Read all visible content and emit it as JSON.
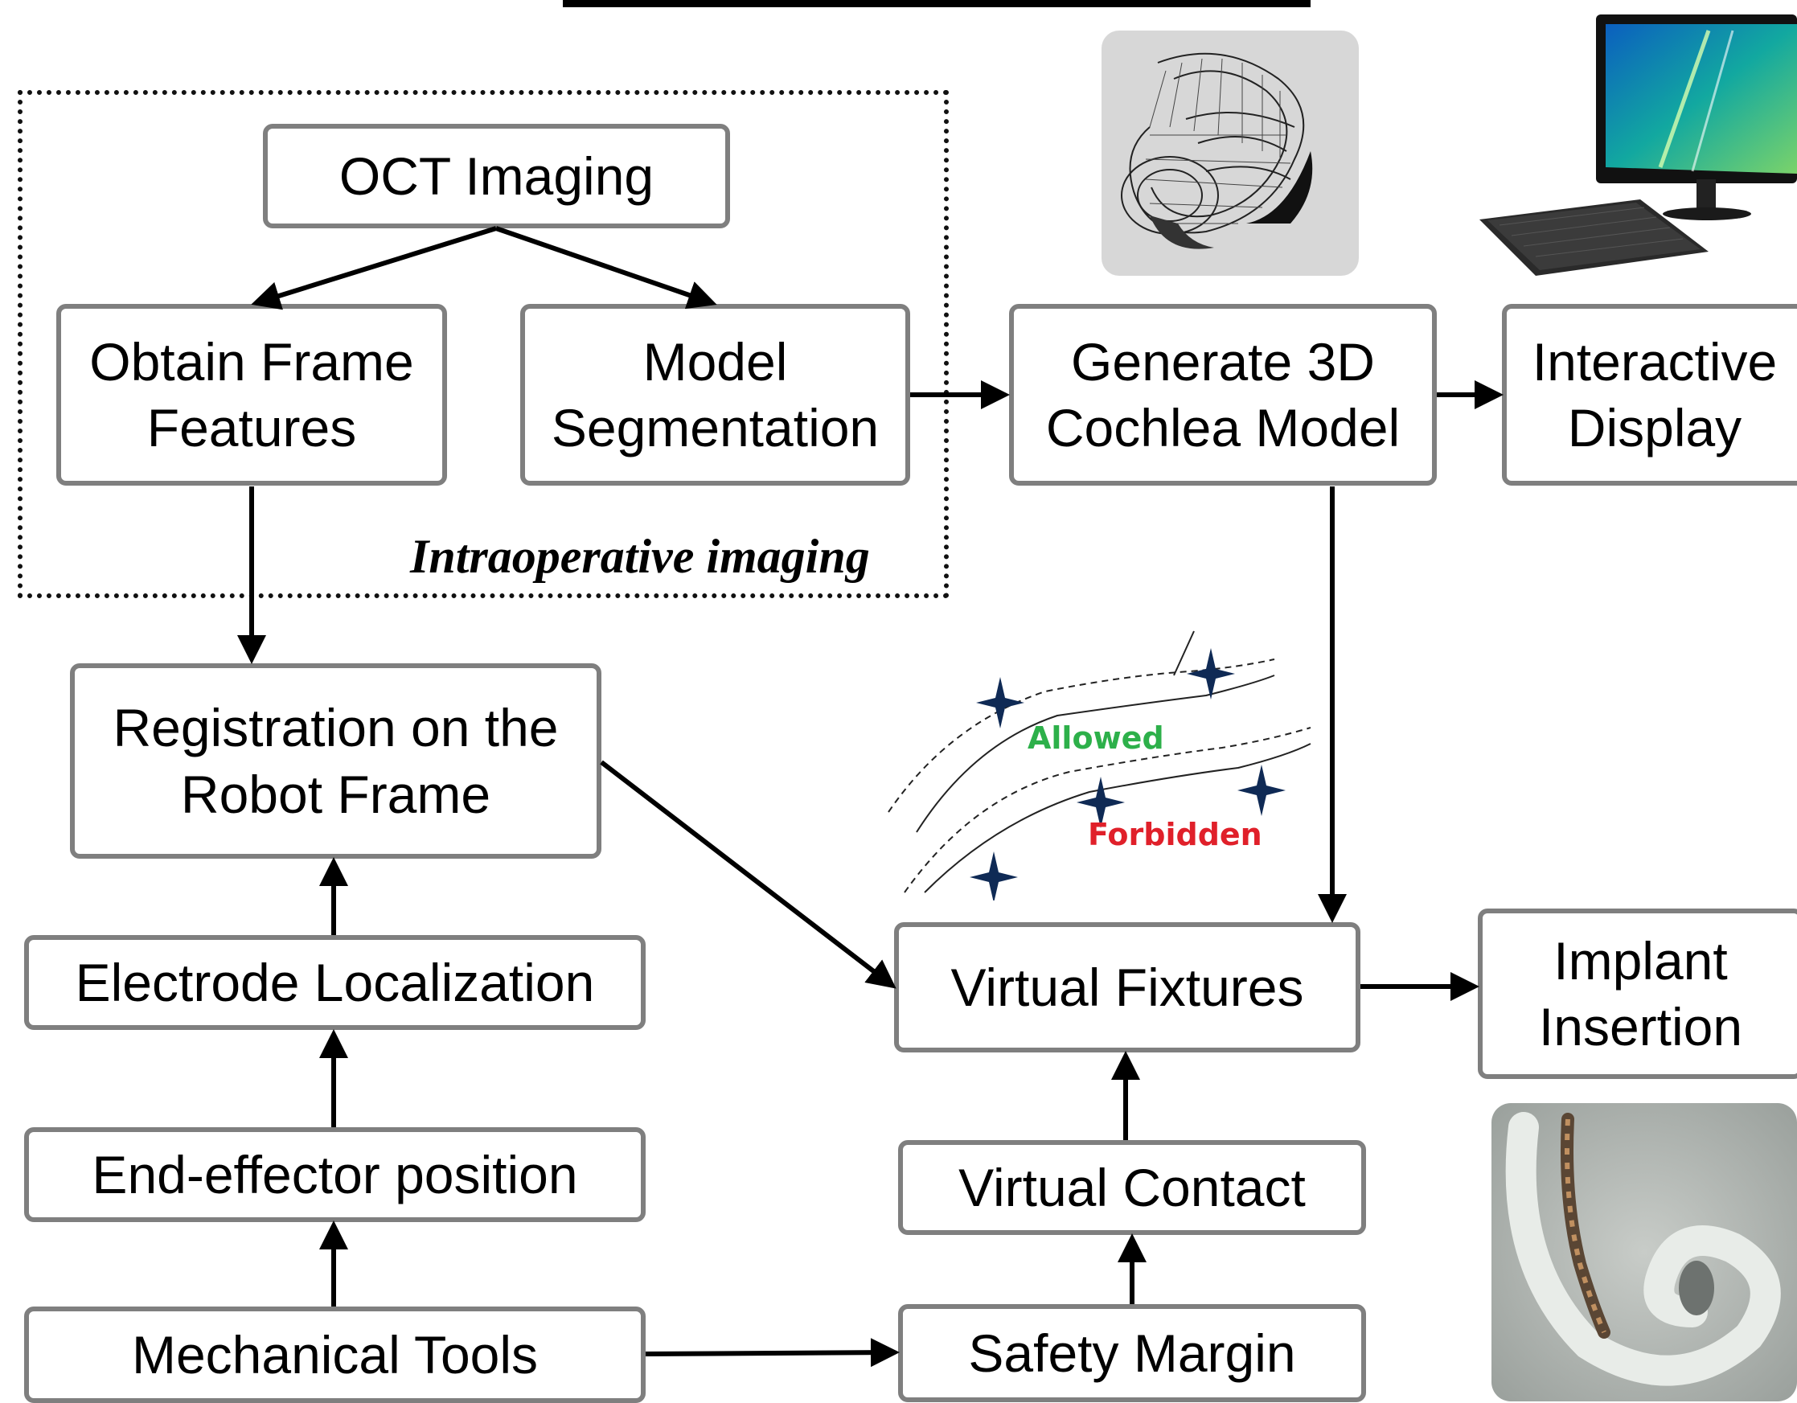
{
  "region_label": "Intraoperative imaging",
  "boxes": {
    "oct_imaging": "OCT Imaging",
    "obtain_frame_features": "Obtain Frame\nFeatures",
    "model_segmentation": "Model\nSegmentation",
    "generate_3d": "Generate 3D\nCochlea Model",
    "interactive_display": "Interactive\nDisplay",
    "registration": "Registration on the\nRobot Frame",
    "electrode_localization": "Electrode Localization",
    "end_effector_position": "End-effector position",
    "mechanical_tools": "Mechanical Tools",
    "virtual_fixtures": "Virtual Fixtures",
    "virtual_contact": "Virtual Contact",
    "safety_margin": "Safety Margin",
    "implant_insertion": "Implant\nInsertion"
  },
  "fixture_illustration": {
    "allowed_label": "Allowed",
    "forbidden_label": "Forbidden",
    "allowed_color": "#2db04a",
    "forbidden_color": "#e0202a"
  },
  "images": {
    "cochlea_model": "3d-wireframe-cochlea-model",
    "computer": "desktop-computer-with-keyboard",
    "implant_photo": "cochlear-implant-insertion-photo"
  }
}
